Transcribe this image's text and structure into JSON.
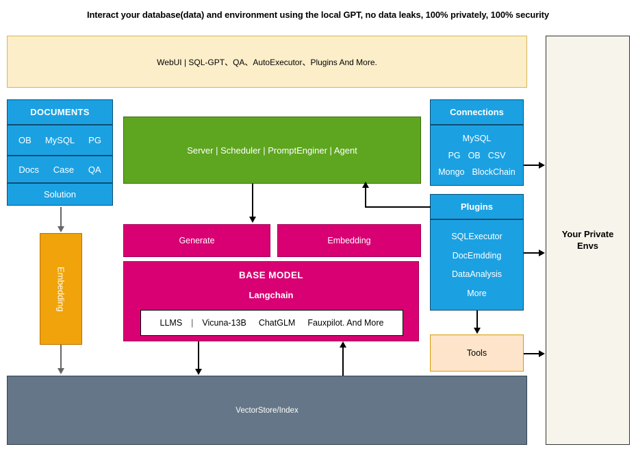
{
  "title": "Interact your database(data) and environment using the local GPT, no data leaks, 100% privately, 100% security",
  "webui": {
    "label": "WebUI | SQL-GPT、QA、AutoExecutor、Plugins And More."
  },
  "private_envs": {
    "line1": "Your Private",
    "line2": "Envs"
  },
  "documents": {
    "header": "DOCUMENTS",
    "row_db": [
      "OB",
      "MySQL",
      "PG"
    ],
    "row_docs": [
      "Docs",
      "Case",
      "QA"
    ],
    "row_solution": "Solution"
  },
  "server": {
    "label": "Server | Scheduler | PromptEnginer | Agent"
  },
  "connections": {
    "header": "Connections",
    "row1": [
      "MySQL"
    ],
    "row2": [
      "PG",
      "OB",
      "CSV"
    ],
    "row3": [
      "Mongo",
      "BlockChain"
    ]
  },
  "plugins": {
    "header": "Plugins",
    "items": [
      "SQLExecutor",
      "DocEmdding",
      "DataAnalysis",
      "More"
    ]
  },
  "embedding_vertical": {
    "label": "Embedding"
  },
  "generate": {
    "label": "Generate"
  },
  "embedding": {
    "label": "Embedding"
  },
  "base_model": {
    "title": "BASE MODEL",
    "subtitle": "Langchain",
    "llms_label": "LLMS",
    "llms_divider": "|",
    "llms_items": [
      "Vicuna-13B",
      "ChatGLM",
      "Fauxpilot. And More"
    ]
  },
  "tools": {
    "label": "Tools"
  },
  "vectorstore": {
    "label": "VectorStore/Index"
  },
  "colors": {
    "banner_bg": "#fdeeca",
    "banner_border": "#d6b656",
    "blue": "#1ba1e2",
    "green": "#5ea620",
    "pink": "#d80073",
    "orange": "#f0a30a",
    "tools_bg": "#fde4ca",
    "slate": "#647687",
    "envs_bg": "#f7f4ec"
  }
}
